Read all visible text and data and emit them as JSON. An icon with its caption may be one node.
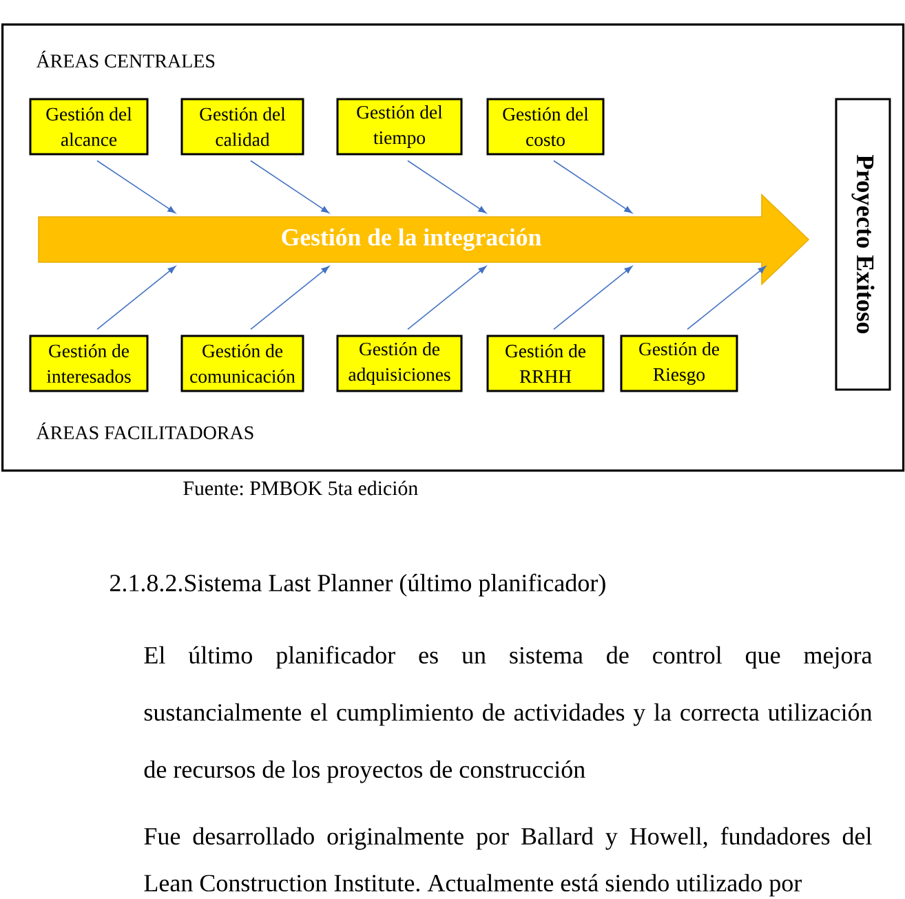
{
  "diagram": {
    "caption": "Fuente: PMBOK 5ta edición",
    "nodes": [
      {
        "text": [
          "ÁREAS CENTRALES",
          "ÁREAS FACILITADORAS"
        ]
      },
      {
        "text": [
          "Gestión del alcance"
        ],
        "in": 0
      },
      {
        "text": [
          "Gestión del calidad"
        ],
        "in": 0
      },
      {
        "text": [
          "Gestión del tiempo"
        ],
        "in": 0
      },
      {
        "text": [
          "Gestión del costo"
        ],
        "in": 0
      },
      {
        "text": [
          "Gestión de la integración"
        ],
        "in": 0
      },
      {
        "text": [
          "Gestión de interesados"
        ],
        "in": 0
      },
      {
        "text": [
          "Gestión de comunicación"
        ],
        "in": 0
      },
      {
        "text": [
          "Gestión de adquisiciones"
        ],
        "in": 0
      },
      {
        "text": [
          "Gestión de RRHH"
        ],
        "in": 0
      },
      {
        "text": [
          "Gestión de Riesgo"
        ],
        "in": 0
      },
      {
        "text": [
          "Proyecto Exitoso"
        ],
        "in": 0
      }
    ],
    "edges": [
      {
        "from": 1,
        "to": 5,
        "arrow": "to"
      },
      {
        "from": 2,
        "to": 5,
        "arrow": "to"
      },
      {
        "from": 3,
        "to": 5,
        "arrow": "to"
      },
      {
        "from": 4,
        "to": 5,
        "arrow": "to"
      },
      {
        "from": 6,
        "to": 5,
        "arrow": "to"
      },
      {
        "from": 7,
        "to": 5,
        "arrow": "to"
      },
      {
        "from": 8,
        "to": 5,
        "arrow": "to"
      },
      {
        "from": 9,
        "to": 5,
        "arrow": "to"
      },
      {
        "from": 10,
        "to": 5,
        "arrow": "to"
      }
    ],
    "labels": [
      "2.1.8.2.Sistema Last Planner (último planificador)",
      "El último planificador es un sistema de control que mejora sustancialmente el cumplimiento de actividades y la correcta utilización de recursos de los proyectos de construcción",
      "Fue desarrollado originalmente por Ballard y Howell, fundadores del Lean Construction Institute. Actualmente está siendo utilizado por"
    ]
  }
}
